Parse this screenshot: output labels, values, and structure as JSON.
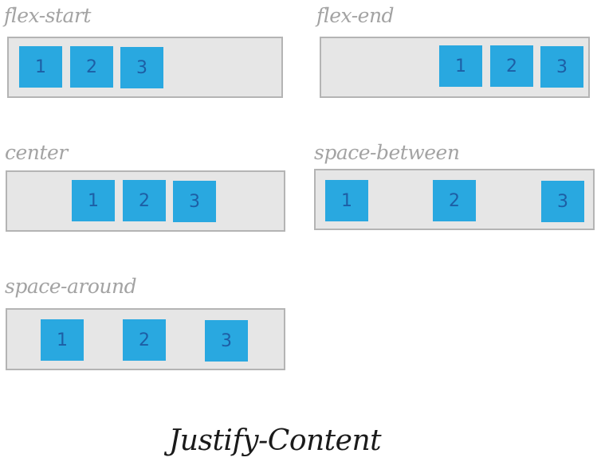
{
  "panels": [
    {
      "id": "flex-start",
      "label": "flex-start",
      "items": [
        "1",
        "2",
        "3"
      ]
    },
    {
      "id": "flex-end",
      "label": "flex-end",
      "items": [
        "1",
        "2",
        "3"
      ]
    },
    {
      "id": "center",
      "label": "center",
      "items": [
        "1",
        "2",
        "3"
      ]
    },
    {
      "id": "space-between",
      "label": "space-between",
      "items": [
        "1",
        "2",
        "3"
      ]
    },
    {
      "id": "space-around",
      "label": "space-around",
      "items": [
        "1",
        "2",
        "3"
      ]
    }
  ],
  "title": "Justify-Content",
  "colors": {
    "item_fill": "#29a8e0",
    "item_text": "#1d5ea5",
    "container_fill": "#e6e6e6",
    "container_border": "#b4b4b4",
    "label_text": "#a3a3a3"
  }
}
